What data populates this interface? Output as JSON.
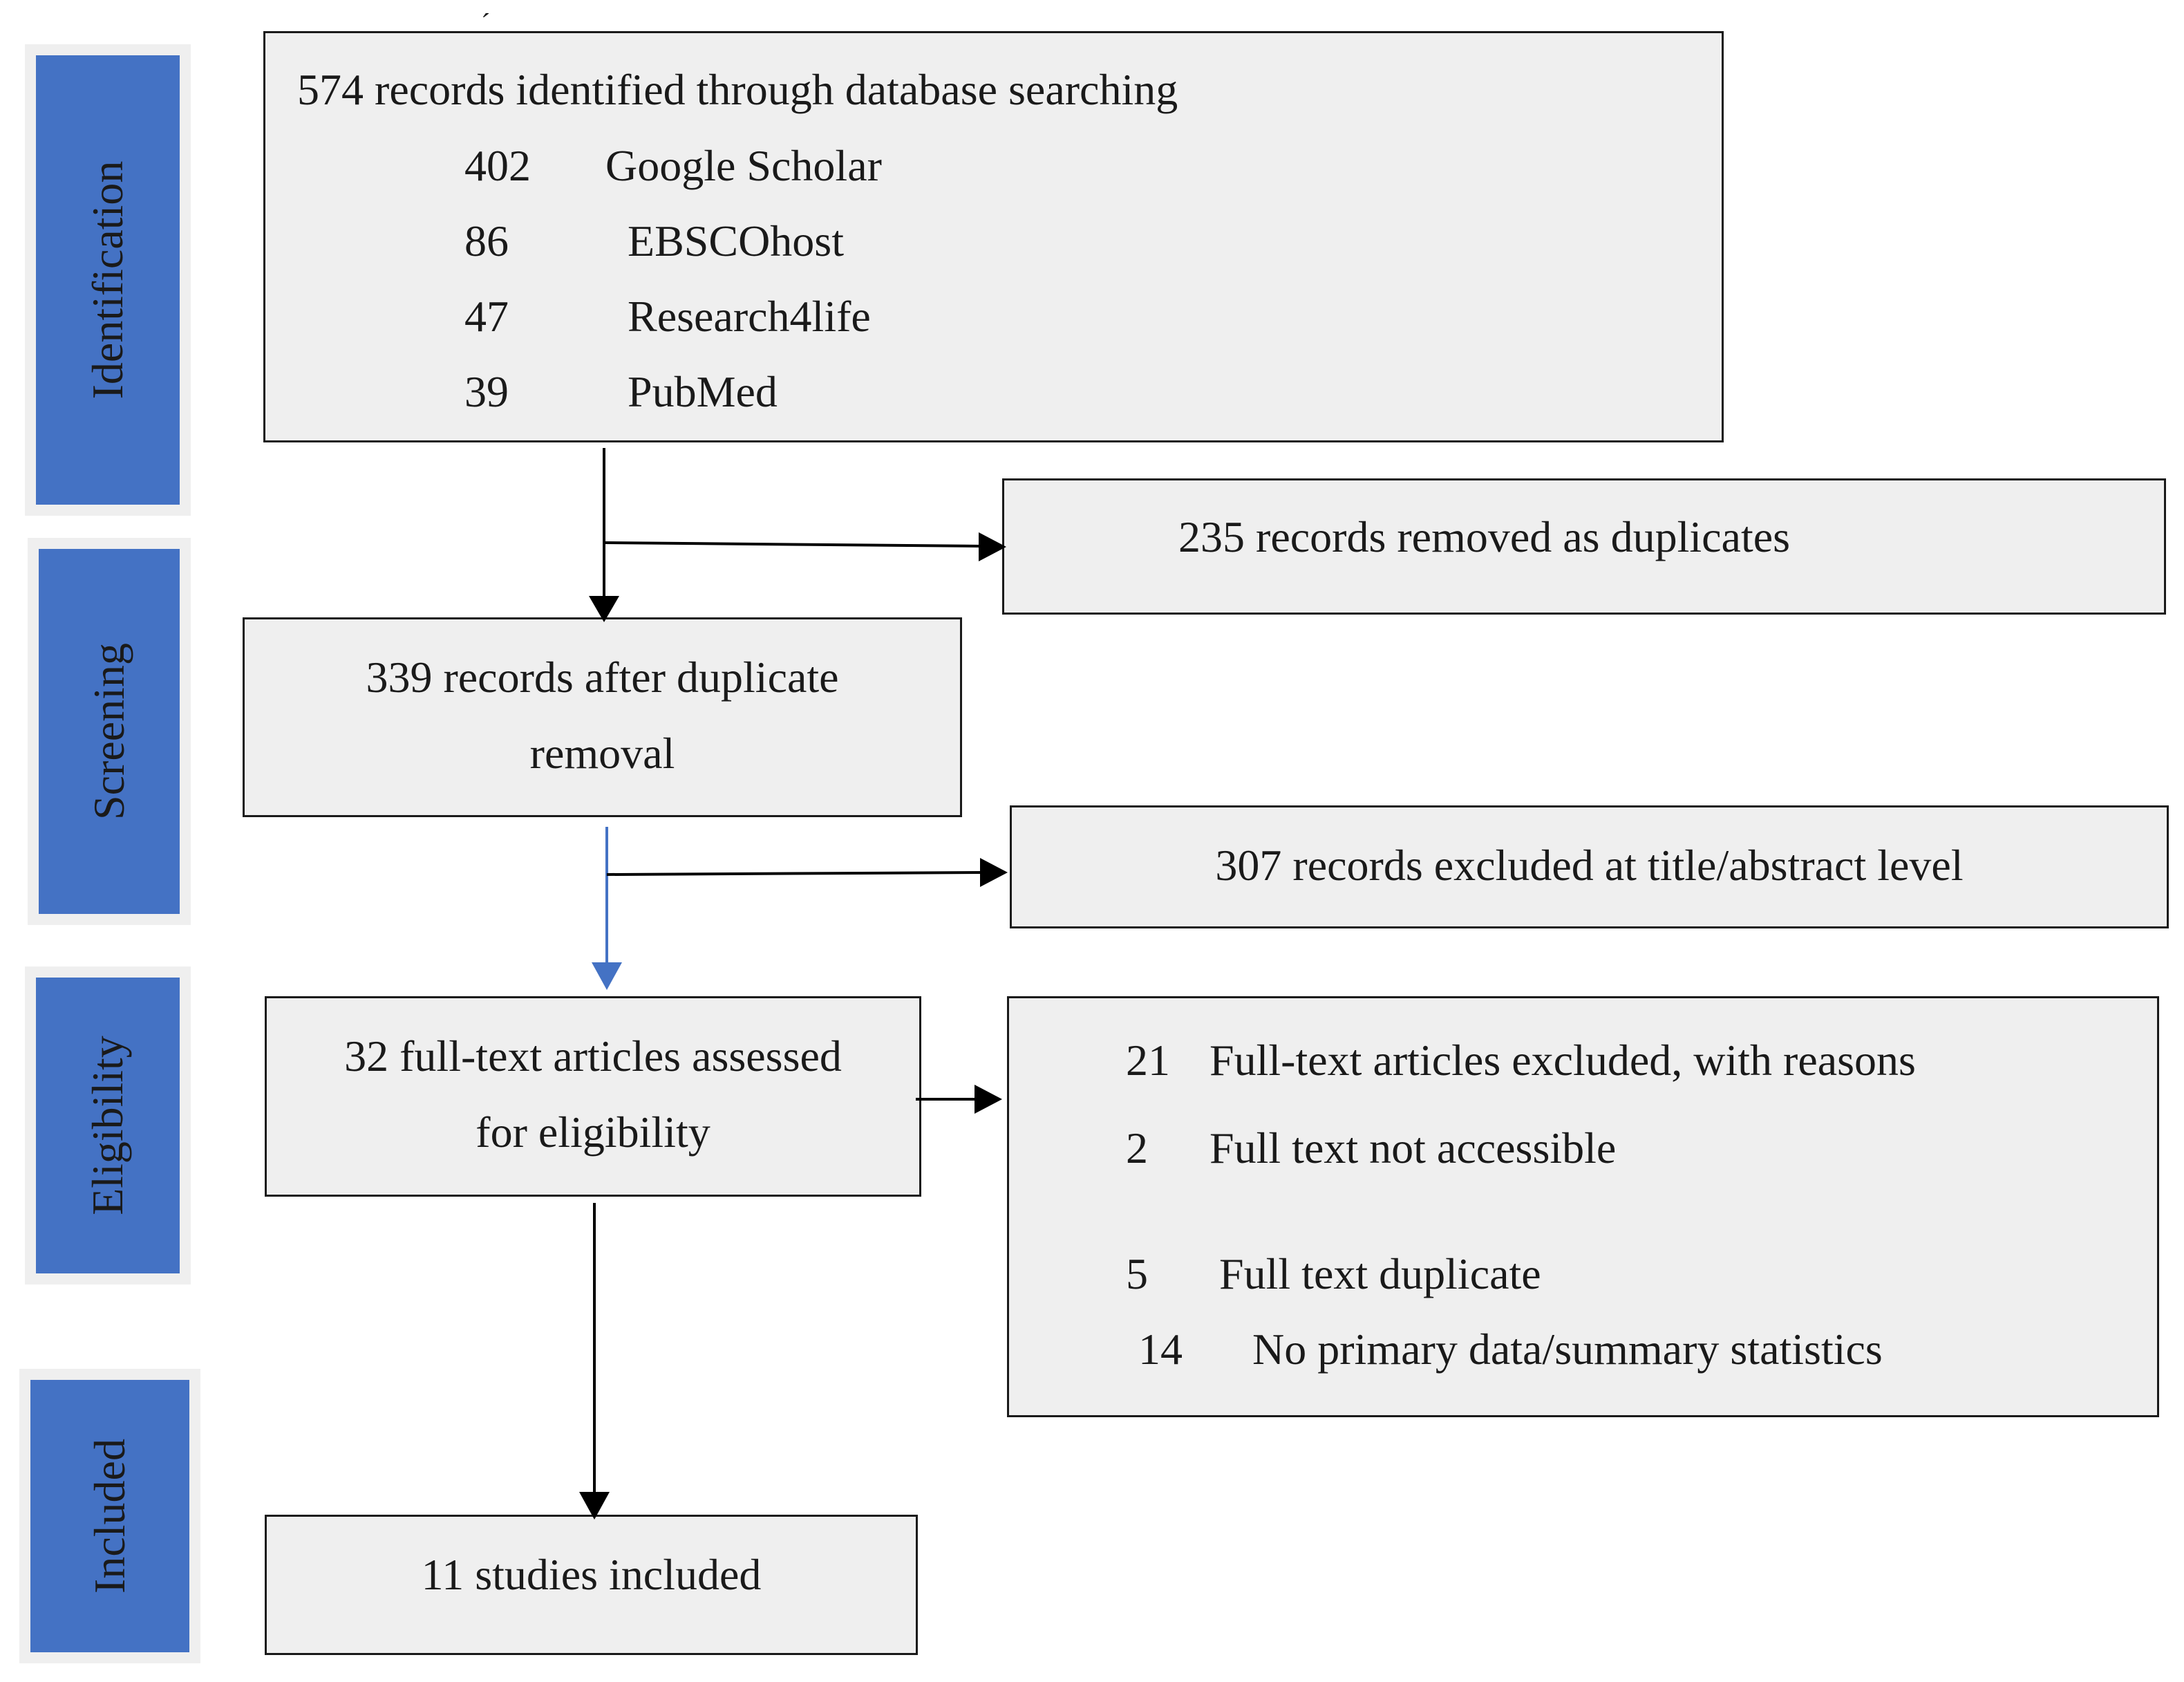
{
  "stages": {
    "identification": "Identification",
    "screening": "Screening",
    "eligibility": "Eligibility",
    "included": "Included"
  },
  "identified": {
    "title": "574 records identified through database searching",
    "sources": [
      {
        "count": "402",
        "name": "Google Scholar"
      },
      {
        "count": "86",
        "name": "EBSCOhost"
      },
      {
        "count": "47",
        "name": "Research4life"
      },
      {
        "count": "39",
        "name": "PubMed"
      }
    ]
  },
  "duplicates_removed": "235 records removed as duplicates",
  "after_duplicates": {
    "line1": "339 records after duplicate",
    "line2": "removal"
  },
  "excluded_title_abstract": "307 records excluded at title/abstract level",
  "full_text_assessed": {
    "line1": "32 full-text articles assessed",
    "line2": "for eligibility"
  },
  "full_text_excluded": {
    "rows": [
      {
        "count": "21",
        "reason": "Full-text articles excluded, with reasons"
      },
      {
        "count": "2",
        "reason": "Full text not accessible"
      },
      {
        "count": "5",
        "reason": "Full text duplicate"
      },
      {
        "count": "14",
        "reason": "No primary data/summary statistics"
      }
    ]
  },
  "included": "11 studies included",
  "stray_mark": "´",
  "colors": {
    "stage_fill": "#4472c4",
    "box_fill": "#efefef",
    "blue_arrow": "#4472c4"
  }
}
